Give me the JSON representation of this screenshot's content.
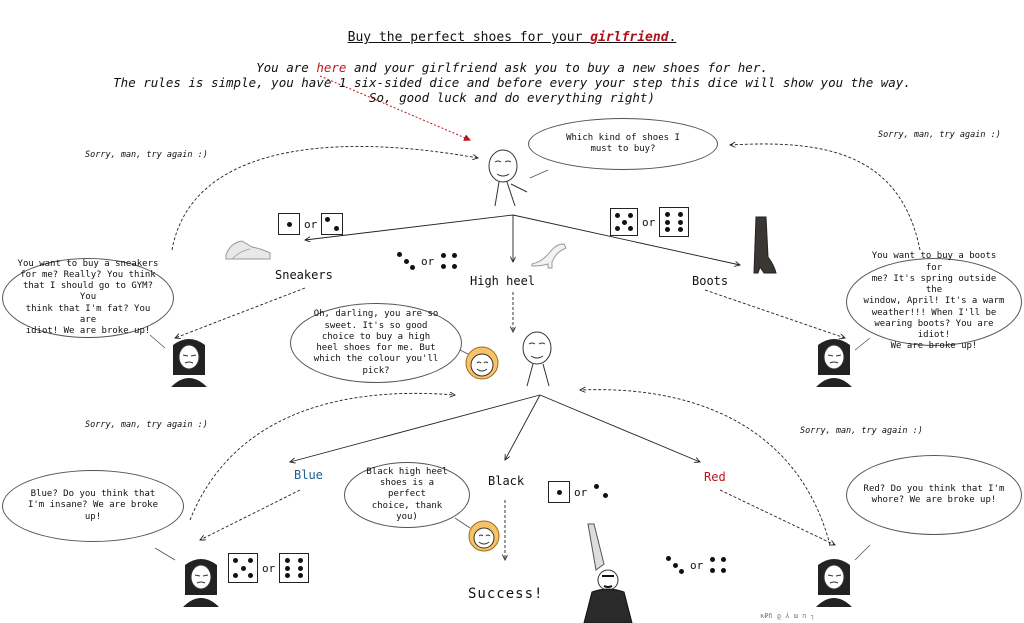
{
  "title": {
    "text": "Buy the perfect shoes for your ",
    "emph": "girlfriend",
    "end": "."
  },
  "intro": {
    "line1_a": "You are ",
    "line1_here": "here",
    "line1_b": " and your girlfriend ask you to buy a new shoes for her.",
    "line2": "The rules is simple, you have 1 six-sided dice and before every your step this dice will show you the way.",
    "line3": "So, good luck and do everything right)"
  },
  "sorry": "Sorry, man, try again :)",
  "question": [
    "Which kind of shoes I",
    "must to buy?"
  ],
  "options": {
    "sneakers": "Sneakers",
    "high_heel": "High heel",
    "boots": "Boots",
    "blue": "Blue",
    "black": "Black",
    "red": "Red",
    "or": "or"
  },
  "bubbles": {
    "sneakers": [
      "You want to buy a sneakers",
      "for me? Really? You think",
      "that I should go to GYM? You",
      "think that I'm fat? You are",
      "idiot! We are broke up!"
    ],
    "boots": [
      "You want to buy a boots for",
      "me? It's spring outside the",
      "window, April! It's a warm",
      "weather!!! When I'll be",
      "wearing boots? You are idiot!",
      "We are broke up!"
    ],
    "highheel": [
      "Oh, darling, you are so",
      "sweet. It's so good",
      "choice to buy a high",
      "heel shoes for me. But",
      "which the colour you'll",
      "pick?"
    ],
    "blue": [
      "Blue? Do you think that",
      "I'm insane? We are broke",
      "up!"
    ],
    "black": [
      "Black high heel",
      "shoes is a perfect",
      "choice, thank you)"
    ],
    "red": [
      "Red? Do you think that I'm",
      "whore? We are broke up!"
    ]
  },
  "success": "Success!",
  "footer": "ĸ₽ჩ ϱ  ⅄ ɯ ∩ ┐",
  "colors": {
    "accent_red": "#c0141c",
    "blue": "#1b5e8f",
    "ink": "#111111"
  }
}
